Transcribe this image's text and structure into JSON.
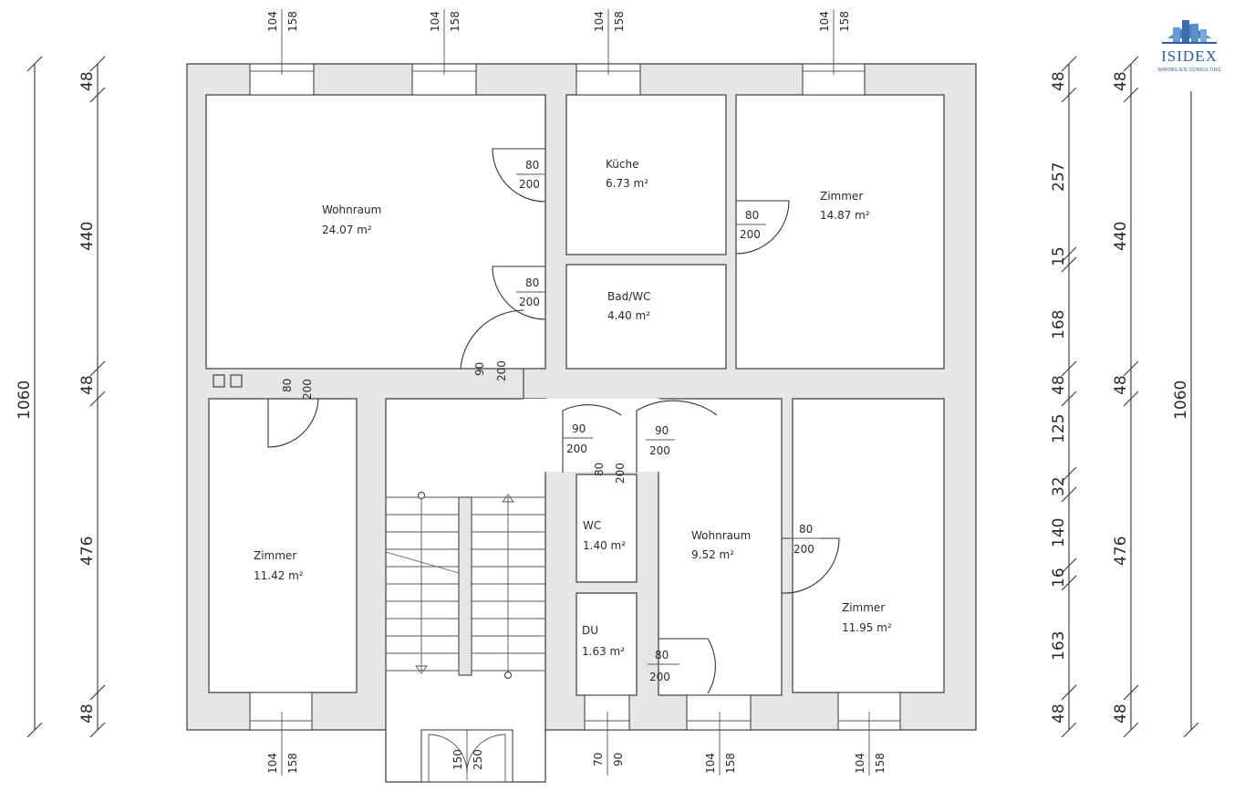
{
  "logo": {
    "name": "ISIDEX",
    "subtitle": "IMMOBILIEN CONSULTING"
  },
  "rooms": [
    {
      "name": "Wohnraum",
      "area": "24.07 m²"
    },
    {
      "name": "Küche",
      "area": "6.73 m²"
    },
    {
      "name": "Zimmer",
      "area": "14.87 m²"
    },
    {
      "name": "Bad/WC",
      "area": "4.40 m²"
    },
    {
      "name": "Zimmer",
      "area": "11.42 m²"
    },
    {
      "name": "WC",
      "area": "1.40 m²"
    },
    {
      "name": "Wohnraum",
      "area": "9.52 m²"
    },
    {
      "name": "DU",
      "area": "1.63 m²"
    },
    {
      "name": "Zimmer",
      "area": "11.95 m²"
    }
  ],
  "doors": [
    {
      "width": "80",
      "height": "200"
    },
    {
      "width": "80",
      "height": "200"
    },
    {
      "width": "80",
      "height": "200"
    },
    {
      "width": "90",
      "height": "200"
    },
    {
      "width": "80",
      "height": "200"
    },
    {
      "width": "90",
      "height": "200"
    },
    {
      "width": "90",
      "height": "200"
    },
    {
      "width": "80",
      "height": "200"
    },
    {
      "width": "80",
      "height": "200"
    },
    {
      "width": "80",
      "height": "200"
    }
  ],
  "windows_top": [
    {
      "a": "104",
      "b": "158"
    },
    {
      "a": "104",
      "b": "158"
    },
    {
      "a": "104",
      "b": "158"
    },
    {
      "a": "104",
      "b": "158"
    }
  ],
  "windows_bottom": [
    {
      "a": "104",
      "b": "158"
    },
    {
      "a": "150",
      "b": "250"
    },
    {
      "a": "70",
      "b": "90"
    },
    {
      "a": "104",
      "b": "158"
    },
    {
      "a": "104",
      "b": "158"
    }
  ],
  "dims_left_total": "1060",
  "dims_left": [
    "48",
    "440",
    "48",
    "476",
    "48"
  ],
  "dims_right_inner": [
    "48",
    "257",
    "15",
    "168",
    "48",
    "125",
    "32",
    "140",
    "16",
    "163",
    "48"
  ],
  "dims_right_outer": [
    "48",
    "440",
    "48",
    "476",
    "48"
  ],
  "dims_right_total": "1060"
}
